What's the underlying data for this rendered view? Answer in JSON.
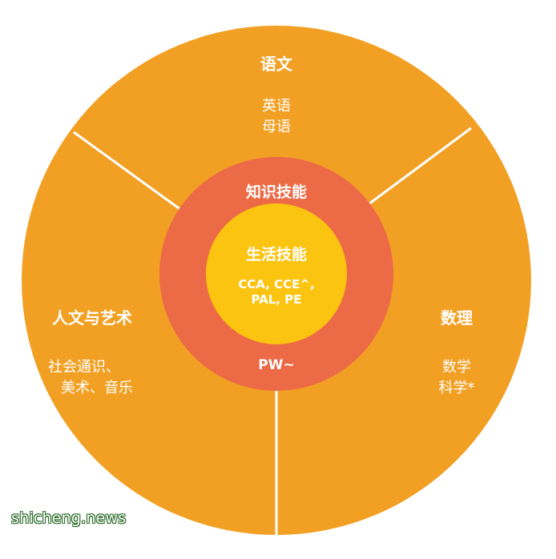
{
  "colors": {
    "outer_ring": "#f2a024",
    "middle_ring": "#ec6a45",
    "inner_core": "#fbc411",
    "divider": "#ffffff",
    "text": "#ffffff"
  },
  "sectors": {
    "top": {
      "title": "语文",
      "items": [
        "英语",
        "母语"
      ]
    },
    "left": {
      "title": "人文与艺术",
      "items": [
        "社会通识、",
        "美术、音乐"
      ]
    },
    "right": {
      "title": "数理",
      "items": [
        "数学",
        "科学*"
      ]
    }
  },
  "middle_ring": {
    "title": "知识技能",
    "footer": "PW~"
  },
  "inner_core": {
    "title": "生活技能",
    "lines": [
      "CCA, CCE^,",
      "PAL, PE"
    ]
  },
  "watermark": "shicheng.news"
}
